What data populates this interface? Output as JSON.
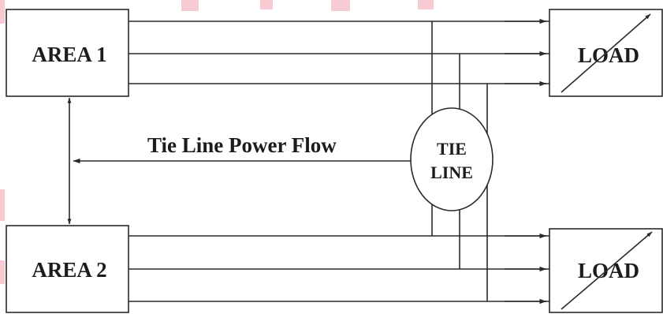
{
  "nodes": {
    "area1": {
      "label": "AREA 1"
    },
    "area2": {
      "label": "AREA 2"
    },
    "load_top": {
      "label": "LOAD"
    },
    "load_bottom": {
      "label": "LOAD"
    },
    "tie_line": {
      "label_line1": "TIE",
      "label_line2": "LINE"
    }
  },
  "annotations": {
    "tie_line_flow": "Tie Line Power Flow"
  },
  "colors": {
    "stroke": "#2a2a2a",
    "watermark": "#e86a82"
  }
}
